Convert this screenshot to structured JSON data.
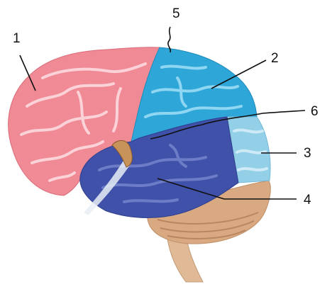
{
  "labels": [
    "1",
    "2",
    "3",
    "4",
    "5",
    "6"
  ],
  "colors": {
    "frontal": "#f08a95",
    "frontal_fold": "#fbd2d7",
    "parietal": "#2ea6d8",
    "parietal_fold": "#8fd6f2",
    "occipital": "#94cfe8",
    "occipital_fold": "#cdeaf6",
    "temporal": "#3f51a8",
    "temporal_fold": "#6c7cc6",
    "cerebellum": "#d9aa82",
    "brainstem": "#e0b996",
    "leader": "#111111"
  }
}
